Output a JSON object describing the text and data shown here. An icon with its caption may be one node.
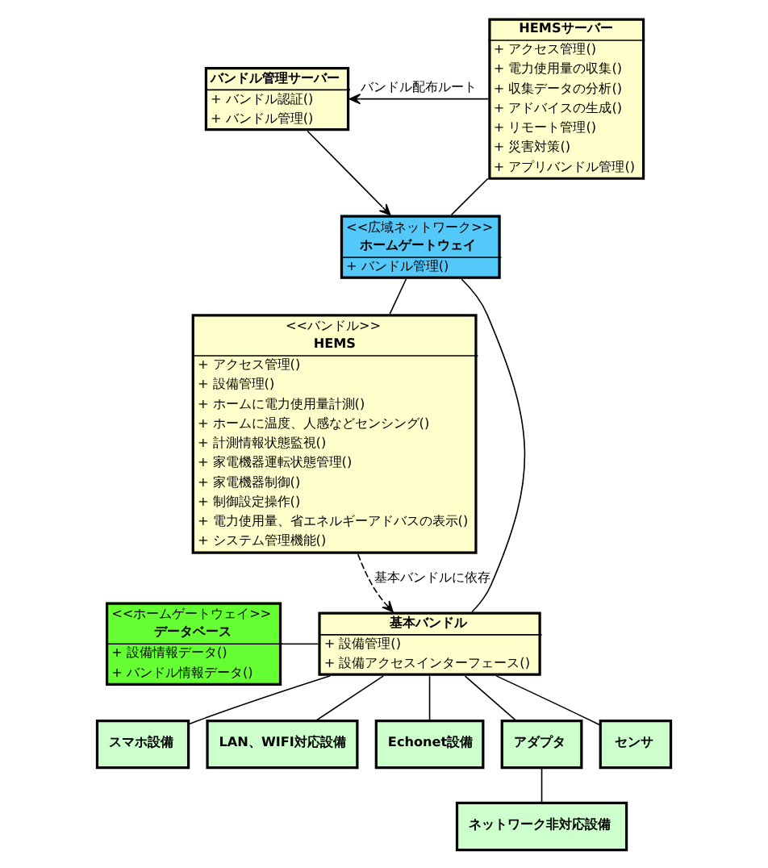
{
  "diagram": {
    "nodes": [
      {
        "text": [
          "バンドル管理サーバー",
          "+ バンドル認証()",
          "+ バンドル管理()"
        ]
      },
      {
        "text": [
          "HEMSサーバー",
          "+ アクセス管理()",
          "+ 電力使用量の収集()",
          "+ 収集データの分析()",
          "+ アドバイスの生成()",
          "+ リモート管理()",
          "+ 災害対策()",
          "+ アプリバンドル管理()"
        ]
      },
      {
        "text": [
          "<<広域ネットワーク>>",
          "ホームゲートウェイ",
          "+ バンドル管理()"
        ]
      },
      {
        "text": [
          "<<バンドル>>",
          "HEMS",
          "+ アクセス管理()",
          "+ 設備管理()",
          "+ ホームに電力使用量計測()",
          "+ ホームに温度、人感などセンシング()",
          "+ 計測情報状態監視()",
          "+ 家電機器運転状態管理()",
          "+ 家電機器制御()",
          "+ 制御設定操作()",
          "+ 電力使用量、省エネルギーアドバスの表示()",
          "+ システム管理機能()"
        ]
      },
      {
        "text": [
          "<<ホームゲートウェイ>>",
          "データベース",
          "+ 設備情報データ()",
          "+ バンドル情報データ()"
        ]
      },
      {
        "text": [
          "基本バンドル",
          "+ 設備管理()",
          "+ 設備アクセスインターフェース()"
        ]
      },
      {
        "text": [
          "スマホ設備"
        ]
      },
      {
        "text": [
          "LAN、WIFI対応設備"
        ]
      },
      {
        "text": [
          "Echonet設備"
        ]
      },
      {
        "text": [
          "アダプタ"
        ]
      },
      {
        "text": [
          "センサ"
        ]
      },
      {
        "text": [
          "ネットワーク非対応設備"
        ]
      }
    ],
    "edges": [
      {
        "from": 1,
        "to": 0,
        "arrow": "to",
        "label": "バンドル配布ルート"
      },
      {
        "from": 0,
        "to": 2,
        "arrow": "to"
      },
      {
        "from": 1,
        "to": 2,
        "arrow": "none"
      },
      {
        "from": 2,
        "to": 3,
        "arrow": "none"
      },
      {
        "from": 2,
        "to": 5,
        "arrow": "none"
      },
      {
        "from": 3,
        "to": 5,
        "arrow": "to",
        "style": "dashed",
        "label": "基本バンドルに依存"
      },
      {
        "from": 4,
        "to": 5,
        "arrow": "none"
      },
      {
        "from": 5,
        "to": 6,
        "arrow": "none"
      },
      {
        "from": 5,
        "to": 7,
        "arrow": "none"
      },
      {
        "from": 5,
        "to": 8,
        "arrow": "none"
      },
      {
        "from": 5,
        "to": 9,
        "arrow": "none"
      },
      {
        "from": 5,
        "to": 10,
        "arrow": "none"
      },
      {
        "from": 9,
        "to": 11,
        "arrow": "none"
      }
    ]
  }
}
